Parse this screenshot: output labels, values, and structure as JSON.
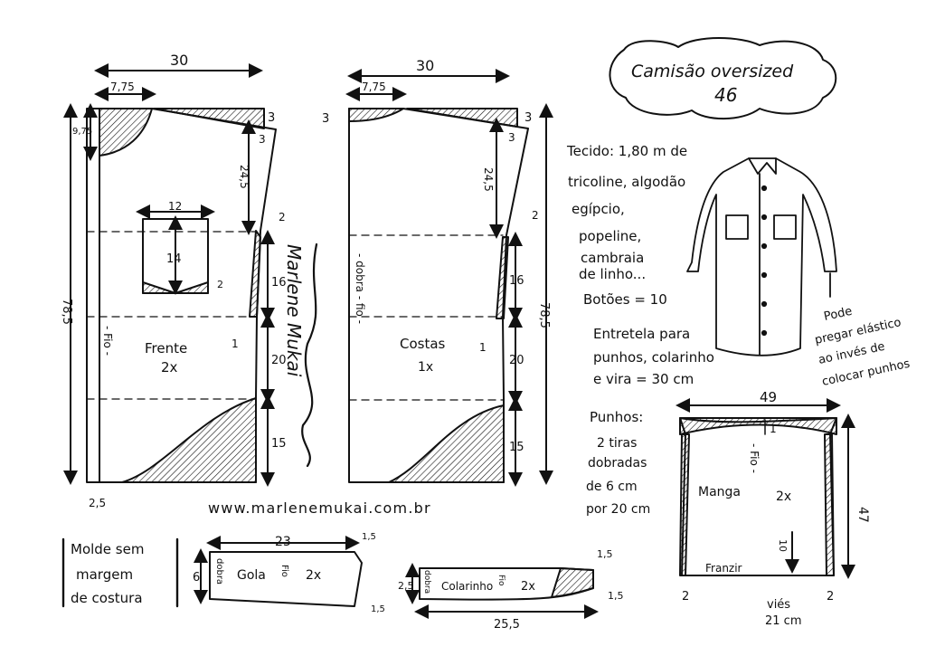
{
  "title": {
    "line1": "Camisão oversized",
    "line2": "46"
  },
  "notes": {
    "fabric": [
      "Tecido: 1,80 m de",
      "tricoline, algodão",
      "egípcio,",
      "popeline,",
      "cambraia",
      "de linho..."
    ],
    "buttons": "Botões = 10",
    "interfacing": [
      "Entretela para",
      "punhos, colarinho",
      "e vira = 30 cm"
    ],
    "cuffs": [
      "Punhos:",
      "2 tiras",
      "dobradas",
      "de 6 cm",
      "por 20 cm"
    ],
    "elastic": [
      "Pode",
      "pregar elástico",
      "ao invés de",
      "colocar punhos"
    ],
    "no_seam": [
      "Molde sem",
      "margem",
      "de costura"
    ],
    "website": "www.marlenemukai.com.br",
    "signature": "Marlene Mukai"
  },
  "front": {
    "label": "Frente",
    "qty": "2x",
    "grain": "- Fio -",
    "width": "30",
    "neck": "7,75",
    "neck_drop": "9,75",
    "length": "78,5",
    "shoulder_drop": "3",
    "side_drop": "3",
    "armhole": "24,5",
    "hem_ext": "2,5",
    "seg1": "16",
    "seg2": "20",
    "seg3": "15",
    "p1": "2",
    "p2": "1",
    "pocket": {
      "w": "12",
      "h": "14",
      "tip": "2"
    }
  },
  "back": {
    "label": "Costas",
    "qty": "1x",
    "fold": "- dobra - fio -",
    "width": "30",
    "neck": "7,75",
    "neck_rise": "3",
    "length": "78,5",
    "shoulder_drop": "3",
    "side_drop": "3",
    "armhole": "24,5",
    "seg1": "16",
    "seg2": "20",
    "seg3": "15",
    "p1": "2",
    "p2": "1"
  },
  "sleeve": {
    "label": "Manga",
    "qty": "2x",
    "grain": "- Fio -",
    "width": "49",
    "length": "47",
    "cap": "1",
    "gather": "Franzir",
    "bias": "10",
    "left": "2",
    "right": "2",
    "bias_note": [
      "viés",
      "21 cm"
    ]
  },
  "collar": {
    "label": "Gola",
    "qty": "2x",
    "grain": "Fio",
    "fold": "dobra",
    "width": "23",
    "height": "6",
    "top": "1,5",
    "bottom": "1,5"
  },
  "collar_stand": {
    "label": "Colarinho",
    "qty": "2x",
    "grain": "Fio",
    "fold": "dobra",
    "width": "25,5",
    "height": "2,5",
    "top": "1,5",
    "right": "1,5"
  },
  "colors": {
    "ink": "#111111",
    "paper": "#ffffff"
  }
}
